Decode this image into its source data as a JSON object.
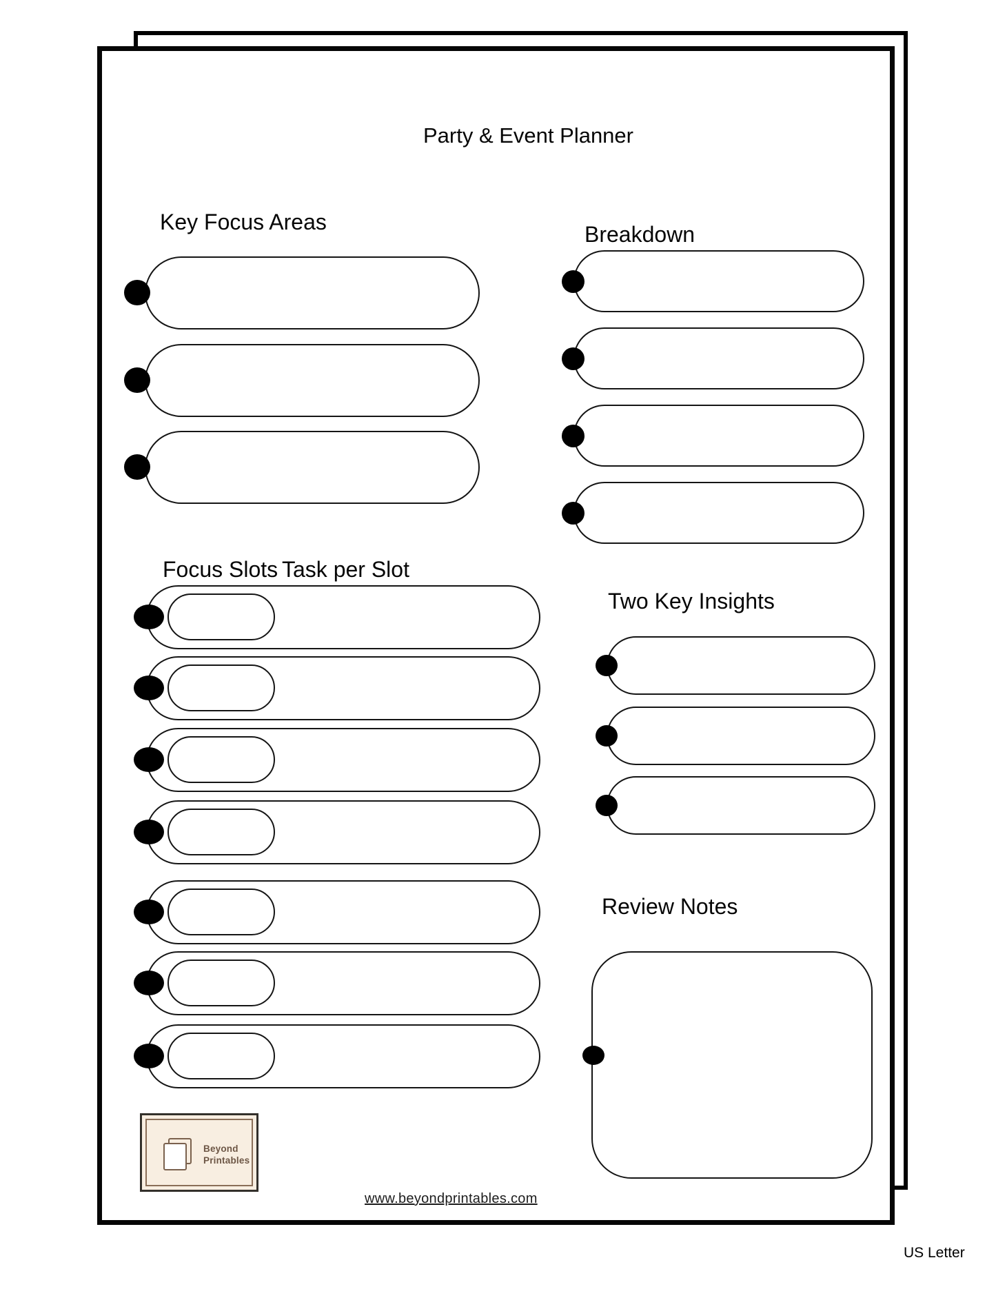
{
  "page": {
    "title": "Party & Event Planner",
    "size_label": "US Letter",
    "footer_url": "www.beyondprintables.com"
  },
  "sections": {
    "key_focus": {
      "heading": "Key Focus Areas",
      "blank_slots": 3
    },
    "breakdown": {
      "heading": "Breakdown",
      "blank_slots": 4
    },
    "focus_slots": {
      "heading_left": "Focus Slots",
      "heading_right": "Task per Slot",
      "rows": 7
    },
    "insights": {
      "heading": "Two Key Insights",
      "blank_slots": 3
    },
    "review": {
      "heading": "Review Notes",
      "blank_slots": 1
    }
  },
  "logo": {
    "line1": "Beyond",
    "line2": "Printables"
  },
  "colors": {
    "ink": "#000000",
    "logo_background": "#f8eee1",
    "logo_border": "#8a6e57",
    "logo_text": "#6d5645"
  }
}
